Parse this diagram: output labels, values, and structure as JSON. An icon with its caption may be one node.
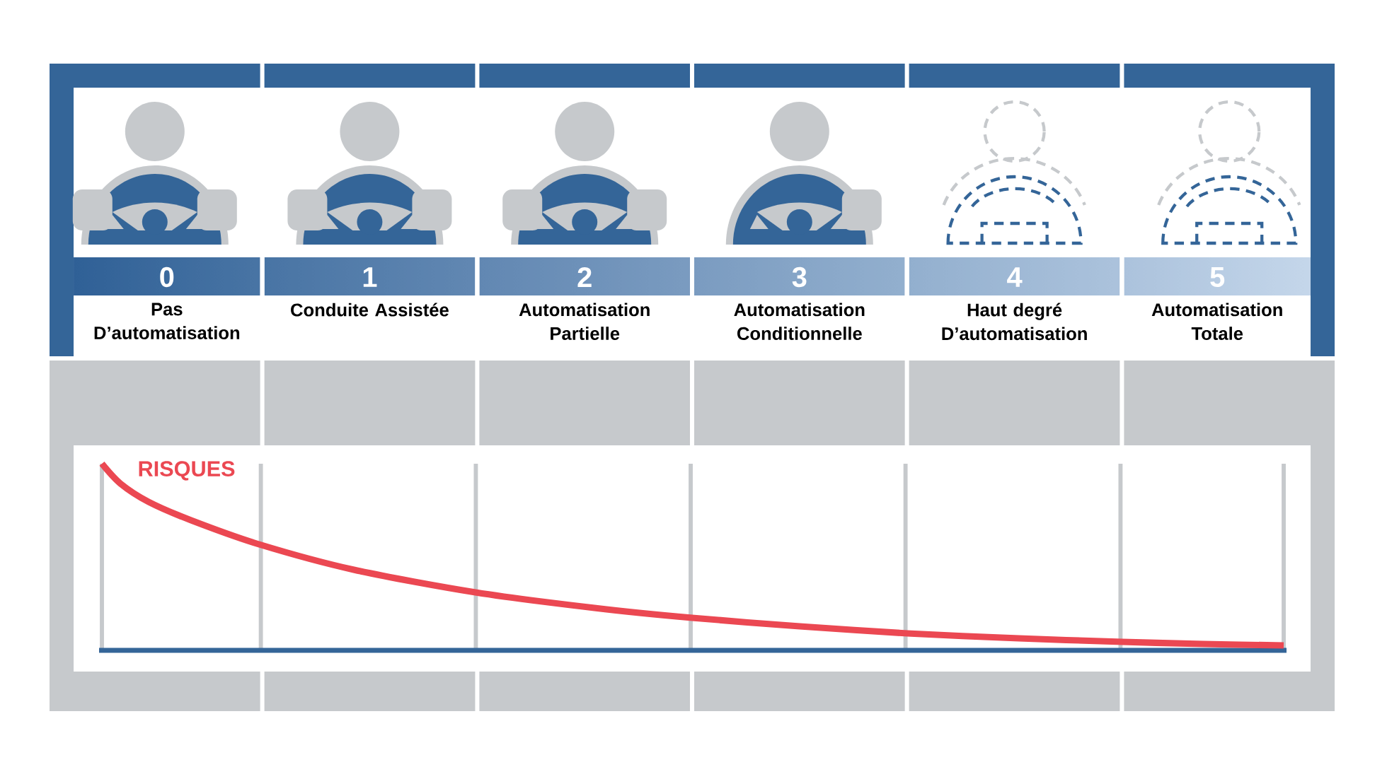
{
  "diagram": {
    "nodes": [
      {
        "text": [
          "0",
          "Pas D’automatisation"
        ]
      },
      {
        "text": [
          "1",
          "Conduite Assistée"
        ]
      },
      {
        "text": [
          "2",
          "Automatisation Partielle"
        ]
      },
      {
        "text": [
          "3",
          "Automatisation Conditionnelle"
        ]
      },
      {
        "text": [
          "4",
          "Haut degré D’automatisation"
        ]
      },
      {
        "text": [
          "5",
          "Automatisation Totale"
        ]
      }
    ],
    "labels": [
      "RISQUES"
    ]
  }
}
